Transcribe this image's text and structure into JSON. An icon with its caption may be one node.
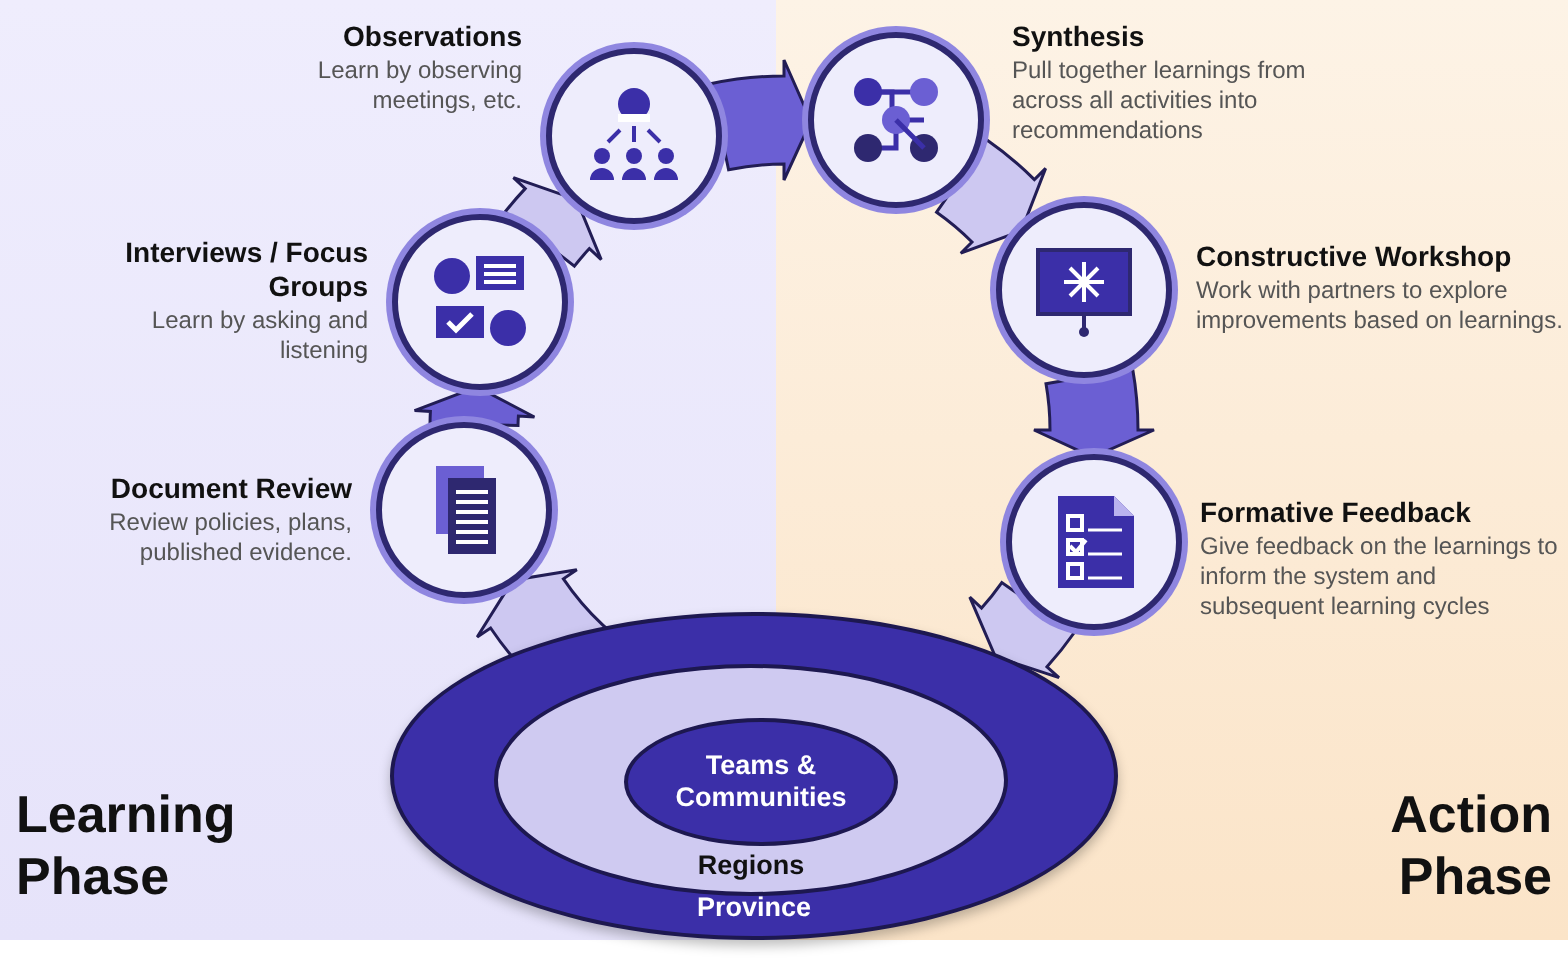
{
  "diagram": {
    "nodes": [
      {
        "text": [
          "Learning Phase"
        ]
      },
      {
        "text": [
          "Observations",
          "Learn by observing meetings, etc."
        ],
        "in": 0
      },
      {
        "text": [
          "Interviews / Focus Groups",
          "Learn by asking and listening"
        ],
        "in": 0
      },
      {
        "text": [
          "Document Review",
          "Review policies, plans, published evidence."
        ],
        "in": 0
      },
      {
        "text": [
          "Action Phase"
        ]
      },
      {
        "text": [
          "Synthesis",
          "Pull together learnings from across all activities into recommendations"
        ],
        "in": 4
      },
      {
        "text": [
          "Constructive Workshop",
          "Work with partners to explore improvements based on learnings."
        ],
        "in": 4
      },
      {
        "text": [
          "Formative Feedback",
          "Give feedback on the learnings to inform the system and subsequent learning cycles"
        ],
        "in": 4
      },
      {
        "text": [
          "Province"
        ]
      },
      {
        "text": [
          "Regions"
        ],
        "in": 8
      },
      {
        "text": [
          "Teams & Communities"
        ],
        "in": 9
      }
    ],
    "edges": [
      {
        "from": 8,
        "to": 3,
        "arrow": "to"
      },
      {
        "from": 3,
        "to": 2,
        "arrow": "to",
        "color": "#6b5fd3"
      },
      {
        "from": 2,
        "to": 1,
        "arrow": "to"
      },
      {
        "from": 1,
        "to": 5,
        "arrow": "to",
        "color": "#6b5fd3"
      },
      {
        "from": 5,
        "to": 6,
        "arrow": "to"
      },
      {
        "from": 6,
        "to": 7,
        "arrow": "to",
        "color": "#6b5fd3"
      },
      {
        "from": 7,
        "to": 8,
        "arrow": "to"
      }
    ]
  }
}
